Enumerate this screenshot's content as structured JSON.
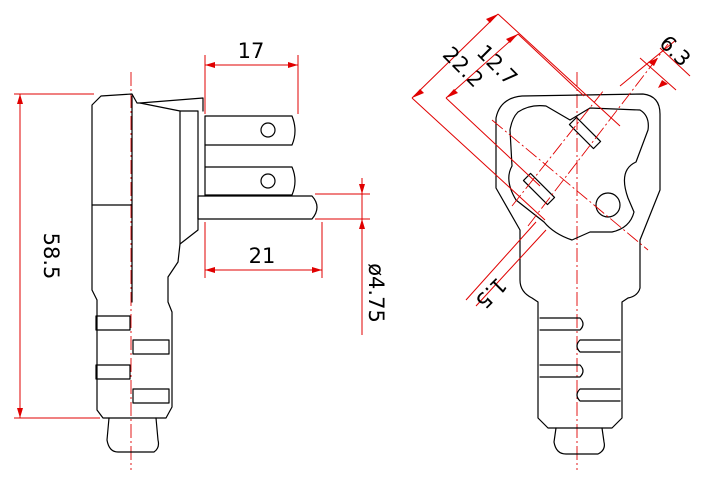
{
  "dimensions": {
    "blade_spacing": "17",
    "blade_length": "21",
    "ground_pin_dia": "ø4.75",
    "plug_height": "58.5",
    "pin_offset": "6.3",
    "face_dim_a": "12.7",
    "face_dim_b": "22.2",
    "blade_width": "1.5"
  },
  "colors": {
    "outline": "#000000",
    "dimension": "#e00000"
  }
}
